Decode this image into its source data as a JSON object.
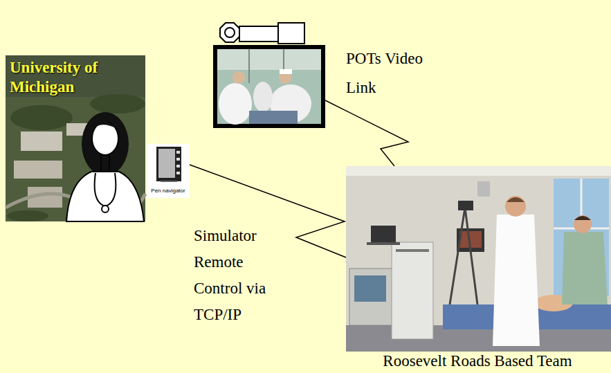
{
  "diagram": {
    "nodes": [
      {
        "text": [
          "University of Michigan"
        ]
      },
      {
        "text": [
          "Pen navigator"
        ]
      },
      {
        "text": [
          "Roosevelt Roads Based Team"
        ]
      }
    ],
    "edges": [
      {
        "from": 1,
        "to": 2,
        "arrow": "none",
        "label": "Simulator Remote Control via TCP/IP"
      }
    ],
    "labels": [
      "POTs Video Link"
    ]
  }
}
